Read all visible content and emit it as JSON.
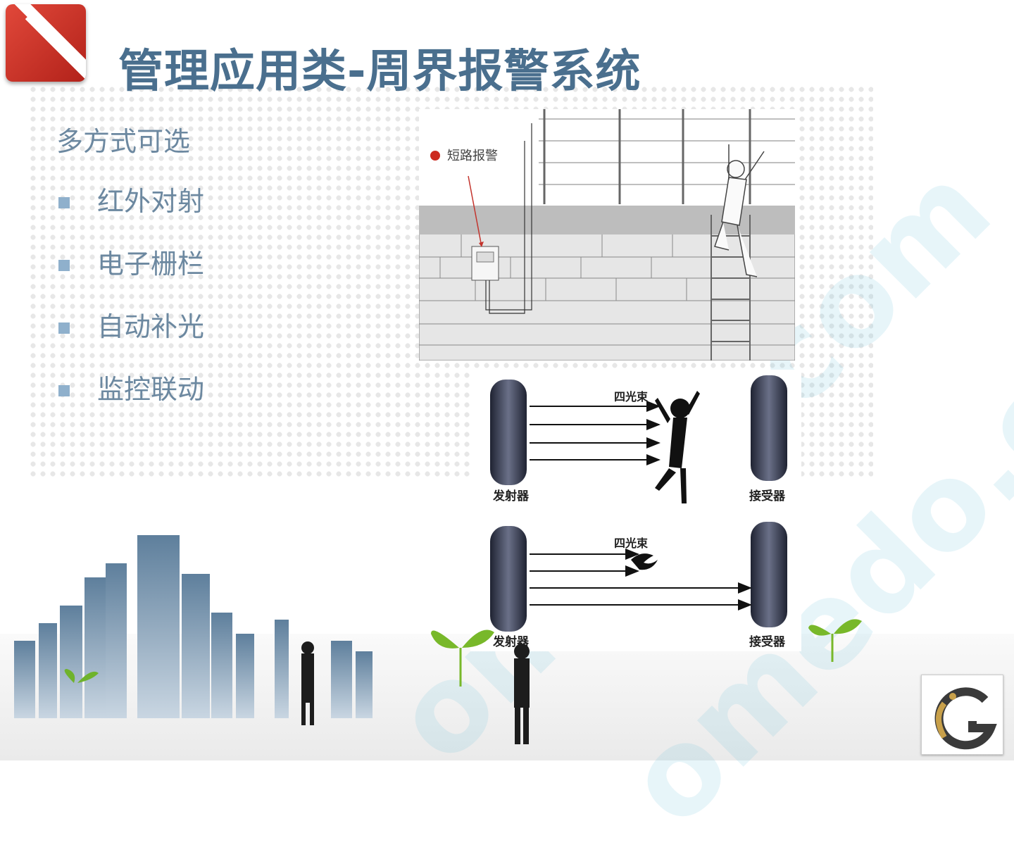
{
  "slide": {
    "title": "管理应用类-周界报警系统",
    "subtitle": "多方式可选",
    "bullets": [
      "红外对射",
      "电子栅栏",
      "自动补光",
      "监控联动"
    ]
  },
  "fence_diagram": {
    "alarm_label": "短路报警"
  },
  "beam_diagram": {
    "top": {
      "beam_label": "四光束",
      "transmitter": "发射器",
      "receiver": "接受器"
    },
    "bottom": {
      "beam_label": "四光束",
      "transmitter": "发射器",
      "receiver": "接受器"
    }
  },
  "colors": {
    "title": "#4a6f8e",
    "text": "#6c88a0",
    "bullet": "#8fb0cc",
    "logo": "#d2382c"
  }
}
